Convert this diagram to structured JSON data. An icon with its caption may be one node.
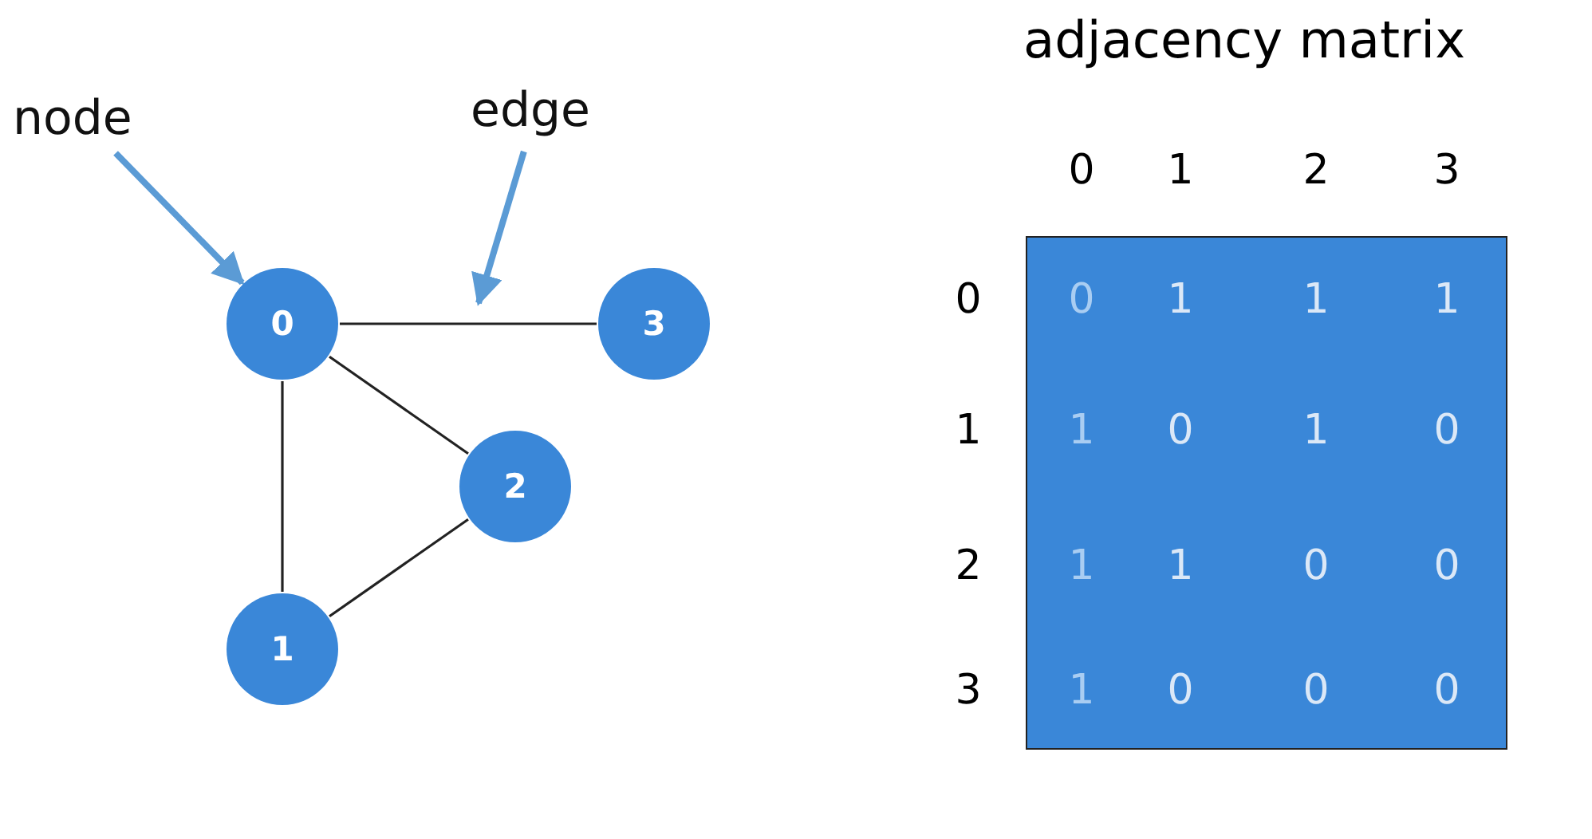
{
  "diagram": {
    "nodes": [
      {
        "text": [
          "node"
        ]
      },
      {
        "text": [
          "edge"
        ]
      },
      {
        "text": [
          "0"
        ]
      },
      {
        "text": [
          "3"
        ]
      },
      {
        "text": [
          "2"
        ]
      },
      {
        "text": [
          "1"
        ]
      }
    ],
    "edges": [
      {
        "from": 0,
        "to": 2,
        "arrow": "to",
        "style": "thick",
        "color": "#5b9bd5"
      },
      {
        "from": 1,
        "to": null,
        "arrow": "to",
        "style": "thick",
        "color": "#5b9bd5"
      },
      {
        "from": 2,
        "to": 3,
        "arrow": "none"
      },
      {
        "from": 2,
        "to": 5,
        "arrow": "none"
      },
      {
        "from": 2,
        "to": 4,
        "arrow": "none"
      },
      {
        "from": 5,
        "to": 4,
        "arrow": "none"
      }
    ],
    "labels": [
      "adjacency matrix",
      "0",
      "1",
      "2",
      "3",
      "0",
      "0",
      "1",
      "1",
      "1",
      "1",
      "1",
      "0",
      "1",
      "0",
      "2",
      "1",
      "1",
      "0",
      "0",
      "3",
      "1",
      "0",
      "0",
      "0"
    ]
  }
}
